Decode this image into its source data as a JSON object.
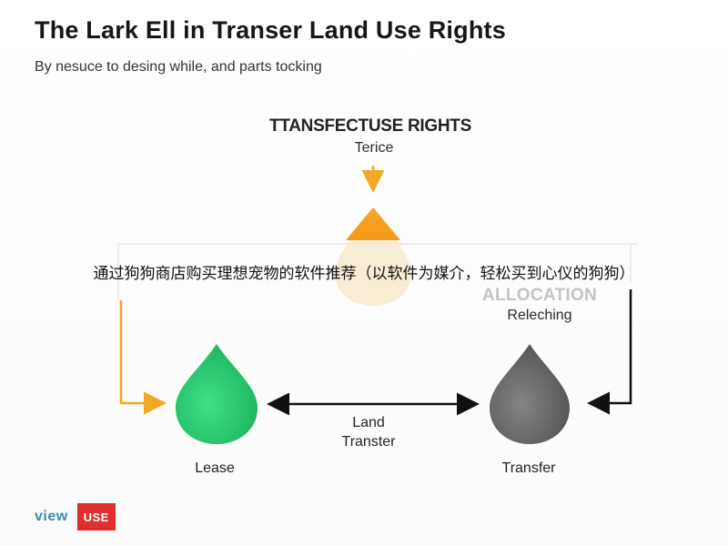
{
  "header": {
    "title": "The Lark Ell in Transer Land Use Rights",
    "subtitle": "By nesuce to desing while, and parts tocking"
  },
  "diagram": {
    "top_node": {
      "heading": "TTANSFECTUSE RIGHTS",
      "sub": "Terice",
      "icon": "orange-drop-icon",
      "color": "#f5a623"
    },
    "right_group": {
      "heading": "ALLOCATION",
      "sub": "Releching"
    },
    "left_node": {
      "label": "Lease",
      "icon": "green-drop-icon",
      "color": "#2ecc71"
    },
    "right_node": {
      "label": "Transfer",
      "icon": "gray-drop-icon",
      "color": "#6e6e6e"
    },
    "connector": {
      "line1": "Land",
      "line2": "Transter"
    }
  },
  "overlay": {
    "banner": "通过狗狗商店购买理想宠物的软件推荐（以软件为媒介，轻松买到心仪的狗狗）"
  },
  "footer": {
    "logo_text": "view",
    "logo_box": "USE",
    "logo_box_color": "#e02f2f"
  }
}
